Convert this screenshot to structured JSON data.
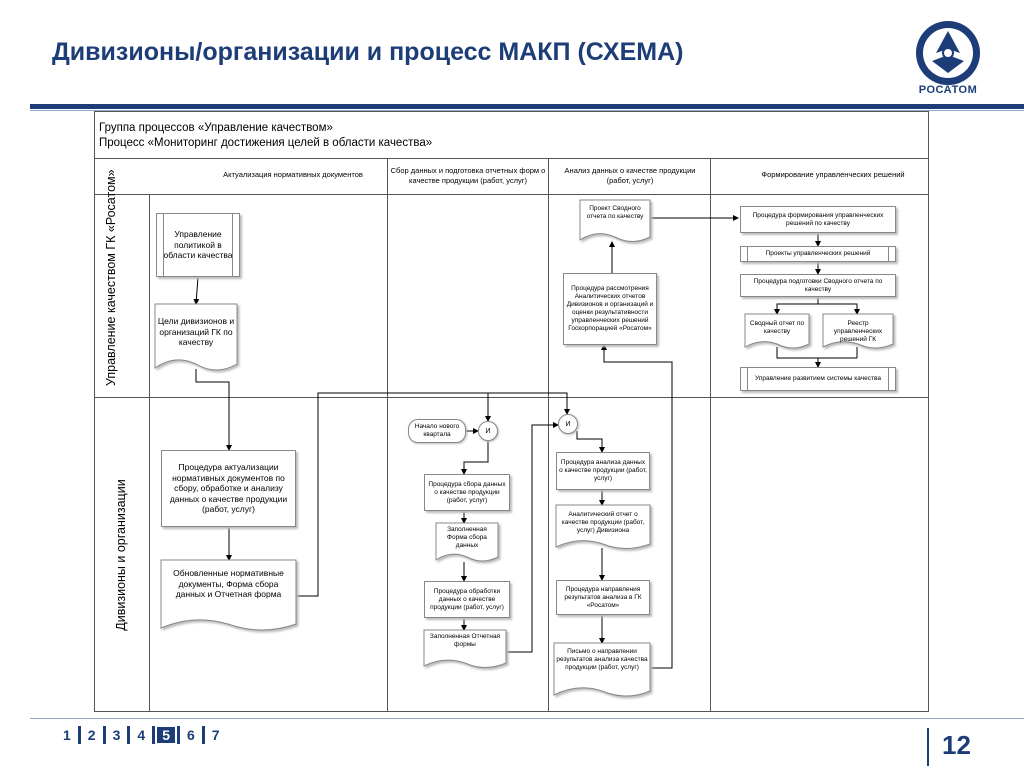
{
  "header": {
    "title": "Дивизионы/организации и процесс МАКП (СХЕМА)",
    "logo_text": "РОСАТОМ",
    "brand_color": "#1c3d78"
  },
  "diagram": {
    "group_line1": "Группа процессов «Управление качеством»",
    "group_line2": "Процесс «Мониторинг достижения целей в области качества»",
    "columns": [
      "Актуализация нормативных документов",
      "Сбор данных и подготовка отчетных форм о качестве продукции (работ, услуг)",
      "Анализ данных о качестве продукции (работ, услуг)",
      "Формирование управленческих решений"
    ],
    "lanes": [
      "Управление качеством ГК «Росатом»",
      "Дивизионы и организации"
    ],
    "nodes": {
      "policy": "Управление политикой в области качества",
      "goals": "Цели дивизионов и организаций ГК по качеству",
      "update_proc": "Процедура актуализации нормативных документов по сбору, обработке и анализу данных о качестве продукции (работ, услуг)",
      "updated_docs": "Обновленные нормативные документы, Форма сбора данных и Отчетная форма",
      "quarter_start": "Начало нового квартала",
      "and1": "И",
      "and2": "И",
      "collect_proc": "Процедура сбора данных о качестве продукции (работ, услуг)",
      "filled_form": "Заполненная Форма сбора данных",
      "process_proc": "Процедура обработки данных о качестве продукции (работ, услуг)",
      "filled_report": "Заполненная Отчетная формы",
      "analysis_proc": "Процедура анализа данных о качестве продукции (работ, услуг)",
      "analytic_report": "Аналитический отчет о качестве продукции (работ, услуг) Дивизиона",
      "send_proc": "Процедура направления результатов анализа в ГК «Росатом»",
      "letter": "Письмо о направлении результатов анализа качества продукции (работ, услуг)",
      "draft_summary": "Проект Сводного отчета по качеству",
      "review_proc": "Процедура рассмотрения Аналитических отчетов Дивизионов и организаций и оценки результативности управленческих решений Госкорпорацией «Росатом»",
      "decision_proc": "Процедура формирования управленческих решений по качеству",
      "decision_drafts": "Проекты управленческих решений",
      "summary_proc": "Процедура подготовки Сводного отчета по качеству",
      "summary_report": "Сводный отчет по качеству",
      "registry": "Реестр управленческих решений ГК",
      "development": "Управление развитием системы качества"
    }
  },
  "footer": {
    "nav": [
      "1",
      "2",
      "3",
      "4",
      "5",
      "6",
      "7"
    ],
    "active": "5",
    "page_number": "12"
  }
}
